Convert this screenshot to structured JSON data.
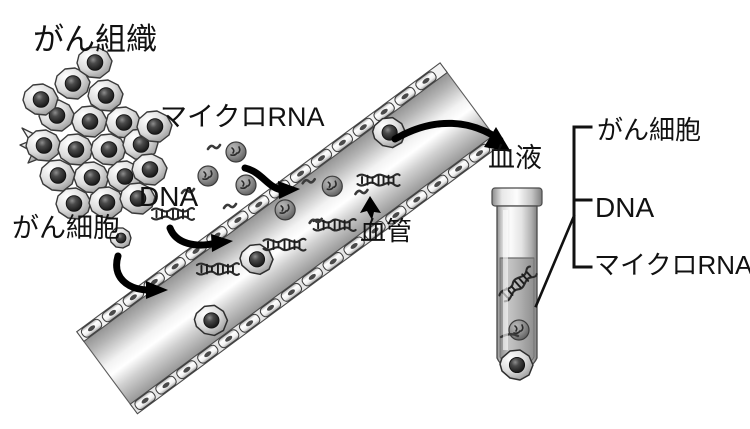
{
  "figure": {
    "title_text": "がん組織",
    "background_color": "#ffffff",
    "ink_color": "#111111"
  },
  "labels": {
    "tumor_tissue": "がん組織",
    "microrna": "マイクロRNA",
    "dna": "DNA",
    "cancer_cell": "がん細胞",
    "blood_vessel": "血管",
    "blood": "血液"
  },
  "bracket": {
    "items": [
      {
        "label": "がん細胞"
      },
      {
        "label": "DNA"
      },
      {
        "label": "マイクロRNA"
      }
    ]
  },
  "icons": {
    "tumor_mass": "tumor-cell-cluster-icon",
    "vessel": "blood-vessel-tube-icon",
    "dna_helix": "dna-double-helix-icon",
    "exosome": "microrna-vesicle-icon",
    "cancer_cell": "cancer-cell-icon",
    "test_tube": "blood-collection-tube-icon",
    "arrow_curved": "curved-arrow-icon",
    "arrow_pointer": "pointer-arrow-icon",
    "bracket": "curly-bracket-icon"
  },
  "colors": {
    "vessel_light": "#ffffff",
    "vessel_mid": "#c9c9c9",
    "vessel_dark": "#8a8a8a",
    "cell_nucleus": "#2b2b2b",
    "cell_body": "#d8d8d8",
    "outline": "#3a3a3a",
    "tube_serum": "#b8b8b8"
  }
}
